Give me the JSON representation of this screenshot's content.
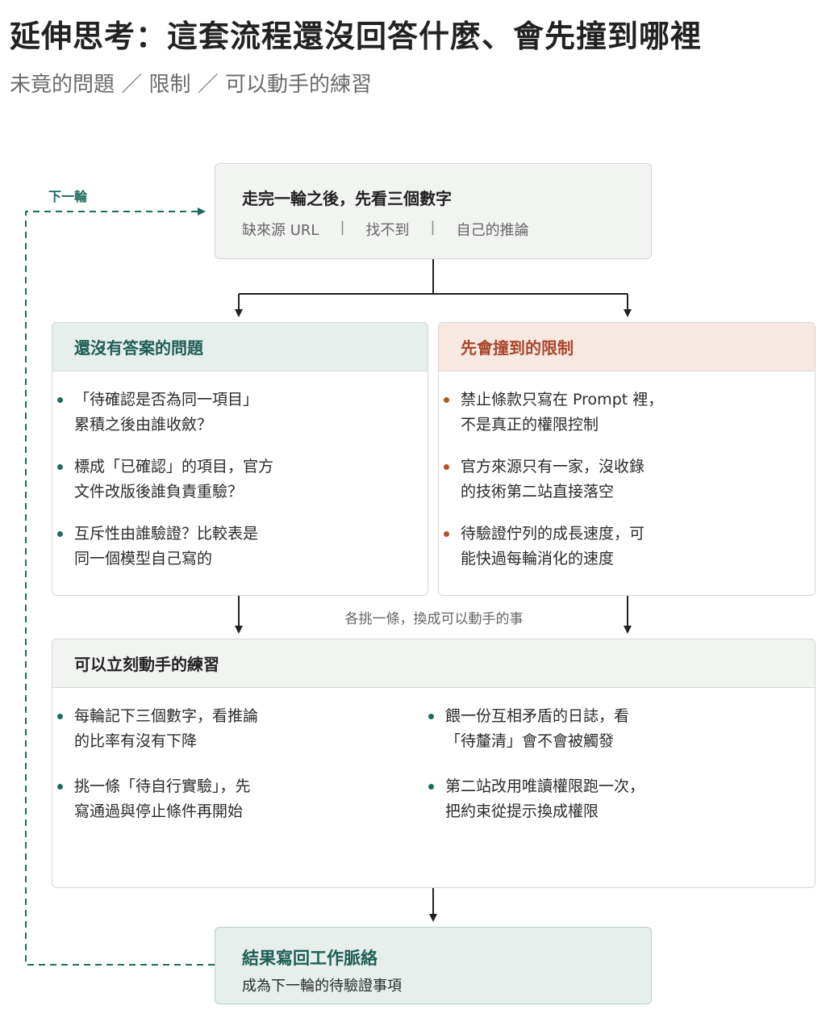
{
  "header": {
    "title": "延伸思考：這套流程還沒回答什麼、會先撞到哪裡",
    "subtitle": "未竟的問題 ／ 限制 ／ 可以動手的練習"
  },
  "top_box": {
    "title": "走完一輪之後，先看三個數字",
    "metrics": [
      "缺來源 URL",
      "找不到",
      "自己的推論"
    ],
    "separator": "|"
  },
  "loop_label": "下一輪",
  "open_questions": {
    "heading": "還沒有答案的問題",
    "items": [
      "「待確認是否為同一項目」\n累積之後由誰收斂？",
      "標成「已確認」的項目，官方\n文件改版後誰負責重驗？",
      "互斥性由誰驗證？比較表是\n同一個模型自己寫的"
    ]
  },
  "limits": {
    "heading": "先會撞到的限制",
    "items": [
      "禁止條款只寫在 Prompt 裡，\n不是真正的權限控制",
      "官方來源只有一家，沒收錄\n的技術第二站直接落空",
      "待驗證佇列的成長速度，可\n能快過每輪消化的速度"
    ]
  },
  "mid_label": "各挑一條，換成可以動手的事",
  "practice": {
    "heading": "可以立刻動手的練習",
    "col_a": [
      "每輪記下三個數字，看推論\n的比率有沒有下降",
      "挑一條「待自行實驗」，先\n寫通過與停止條件再開始"
    ],
    "col_b": [
      "餵一份互相矛盾的日誌，看\n「待釐清」會不會被觸發",
      "第二站改用唯讀權限跑一次，\n把約束從提示換成權限"
    ]
  },
  "bottom_box": {
    "title": "結果寫回工作脈絡",
    "subtitle": "成為下一輪的待驗證事項"
  },
  "colors": {
    "teal": "#1e6b5f",
    "rust": "#b5502f",
    "border": "#d3d7d3"
  }
}
